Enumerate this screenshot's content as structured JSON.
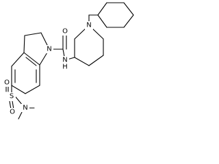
{
  "molecule": {
    "atoms": {
      "o_carbonyl": "O",
      "n_indoline": "N",
      "n_amide": "N",
      "h_amide": "H",
      "n_piperidine": "N",
      "s_sulfonyl": "S",
      "o_sulfonyl_top": "O",
      "o_sulfonyl_bottom": "O",
      "n_dimethyl": "N"
    }
  }
}
